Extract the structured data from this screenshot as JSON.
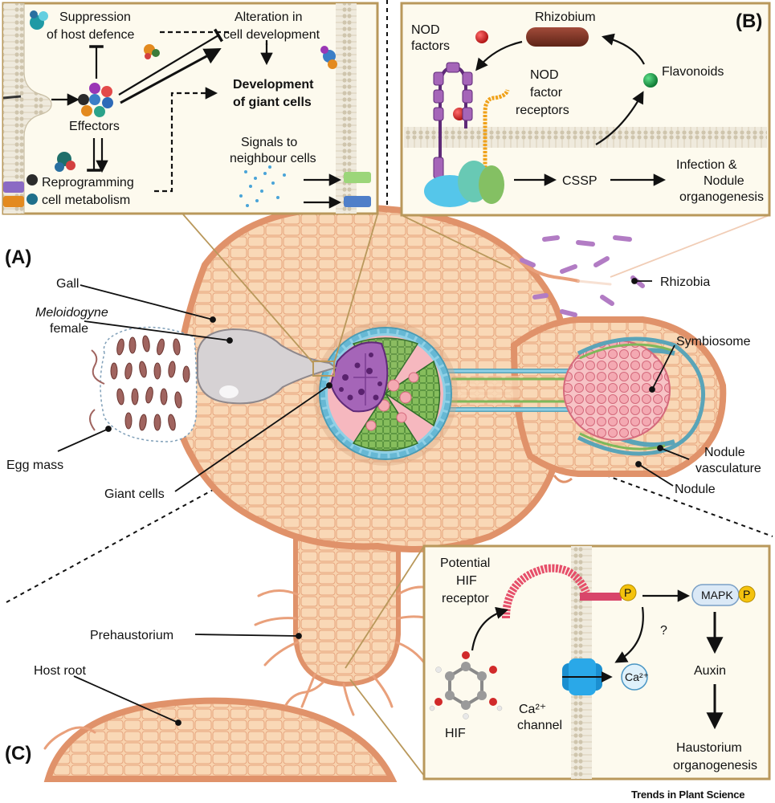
{
  "panels": {
    "a": "(A)",
    "b": "(B)",
    "c": "(C)"
  },
  "panel_a_inset": {
    "suppression": [
      "Suppression",
      "of host defence"
    ],
    "alteration": [
      "Alteration in",
      "cell development"
    ],
    "development": [
      "Development",
      "of giant cells"
    ],
    "effectors": "Effectors",
    "signals": [
      "Signals to",
      "neighbour cells"
    ],
    "reprogramming": [
      "Reprogramming",
      "cell metabolism"
    ]
  },
  "panel_b_inset": {
    "rhizobium": "Rhizobium",
    "nod_factors": [
      "NOD",
      "factors"
    ],
    "flavonoids": "Flavonoids",
    "nod_receptors": [
      "NOD",
      "factor",
      "receptors"
    ],
    "cssp": "CSSP",
    "infection": [
      "Infection &",
      "Nodule",
      "organogenesis"
    ]
  },
  "panel_c_inset": {
    "potential_hif": [
      "Potential",
      "HIF",
      "receptor"
    ],
    "p": "P",
    "mapk": "MAPK",
    "question": "?",
    "ca_ion": "Ca²⁺",
    "auxin": "Auxin",
    "hif": "HIF",
    "ca_channel": [
      "Ca²⁺",
      "channel"
    ],
    "haustorium": [
      "Haustorium",
      "organogenesis"
    ]
  },
  "main_labels": {
    "gall": "Gall",
    "meloidogyne": "Meloidogyne",
    "female": "female",
    "egg_mass": "Egg mass",
    "giant_cells": "Giant cells",
    "rhizobia": "Rhizobia",
    "symbiosome": "Symbiosome",
    "nodule_vasculature": [
      "Nodule",
      "vasculature"
    ],
    "nodule": "Nodule",
    "prehaustorium": "Prehaustorium",
    "host_root": "Host root"
  },
  "credit": "Trends in Plant Science",
  "colors": {
    "cell_fill": "#f8d3ae",
    "cell_stroke": "#e0926a",
    "epidermis": "#f2b08e",
    "panel_bg": "#fdfaee",
    "panel_border": "#b9985b",
    "giant_cell": "#a565b8",
    "green_tissue": "#7fb85a",
    "blue_tissue": "#8fd0e6",
    "pink_tissue": "#f6b8bf"
  }
}
